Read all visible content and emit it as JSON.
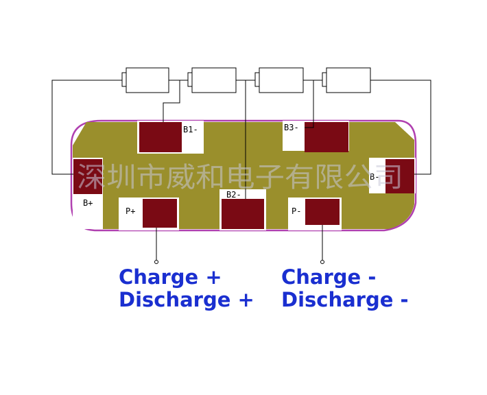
{
  "colors": {
    "board_fill": "#9a8f2c",
    "board_outline": "#b040b0",
    "pad": "#7a0a14",
    "wire": "#000000",
    "caption": "#1a2fd0"
  },
  "watermark": "深圳市威和电子有限公司",
  "pads": {
    "b_plus": "B+",
    "b1_minus": "B1-",
    "b2_minus": "B2-",
    "b3_minus": "B3-",
    "b_minus": "B-",
    "p_plus": "P+",
    "p_minus": "P-"
  },
  "captions": {
    "positive_line1": "Charge +",
    "positive_line2": "Discharge +",
    "negative_line1": "Charge -",
    "negative_line2": "Discharge -"
  }
}
